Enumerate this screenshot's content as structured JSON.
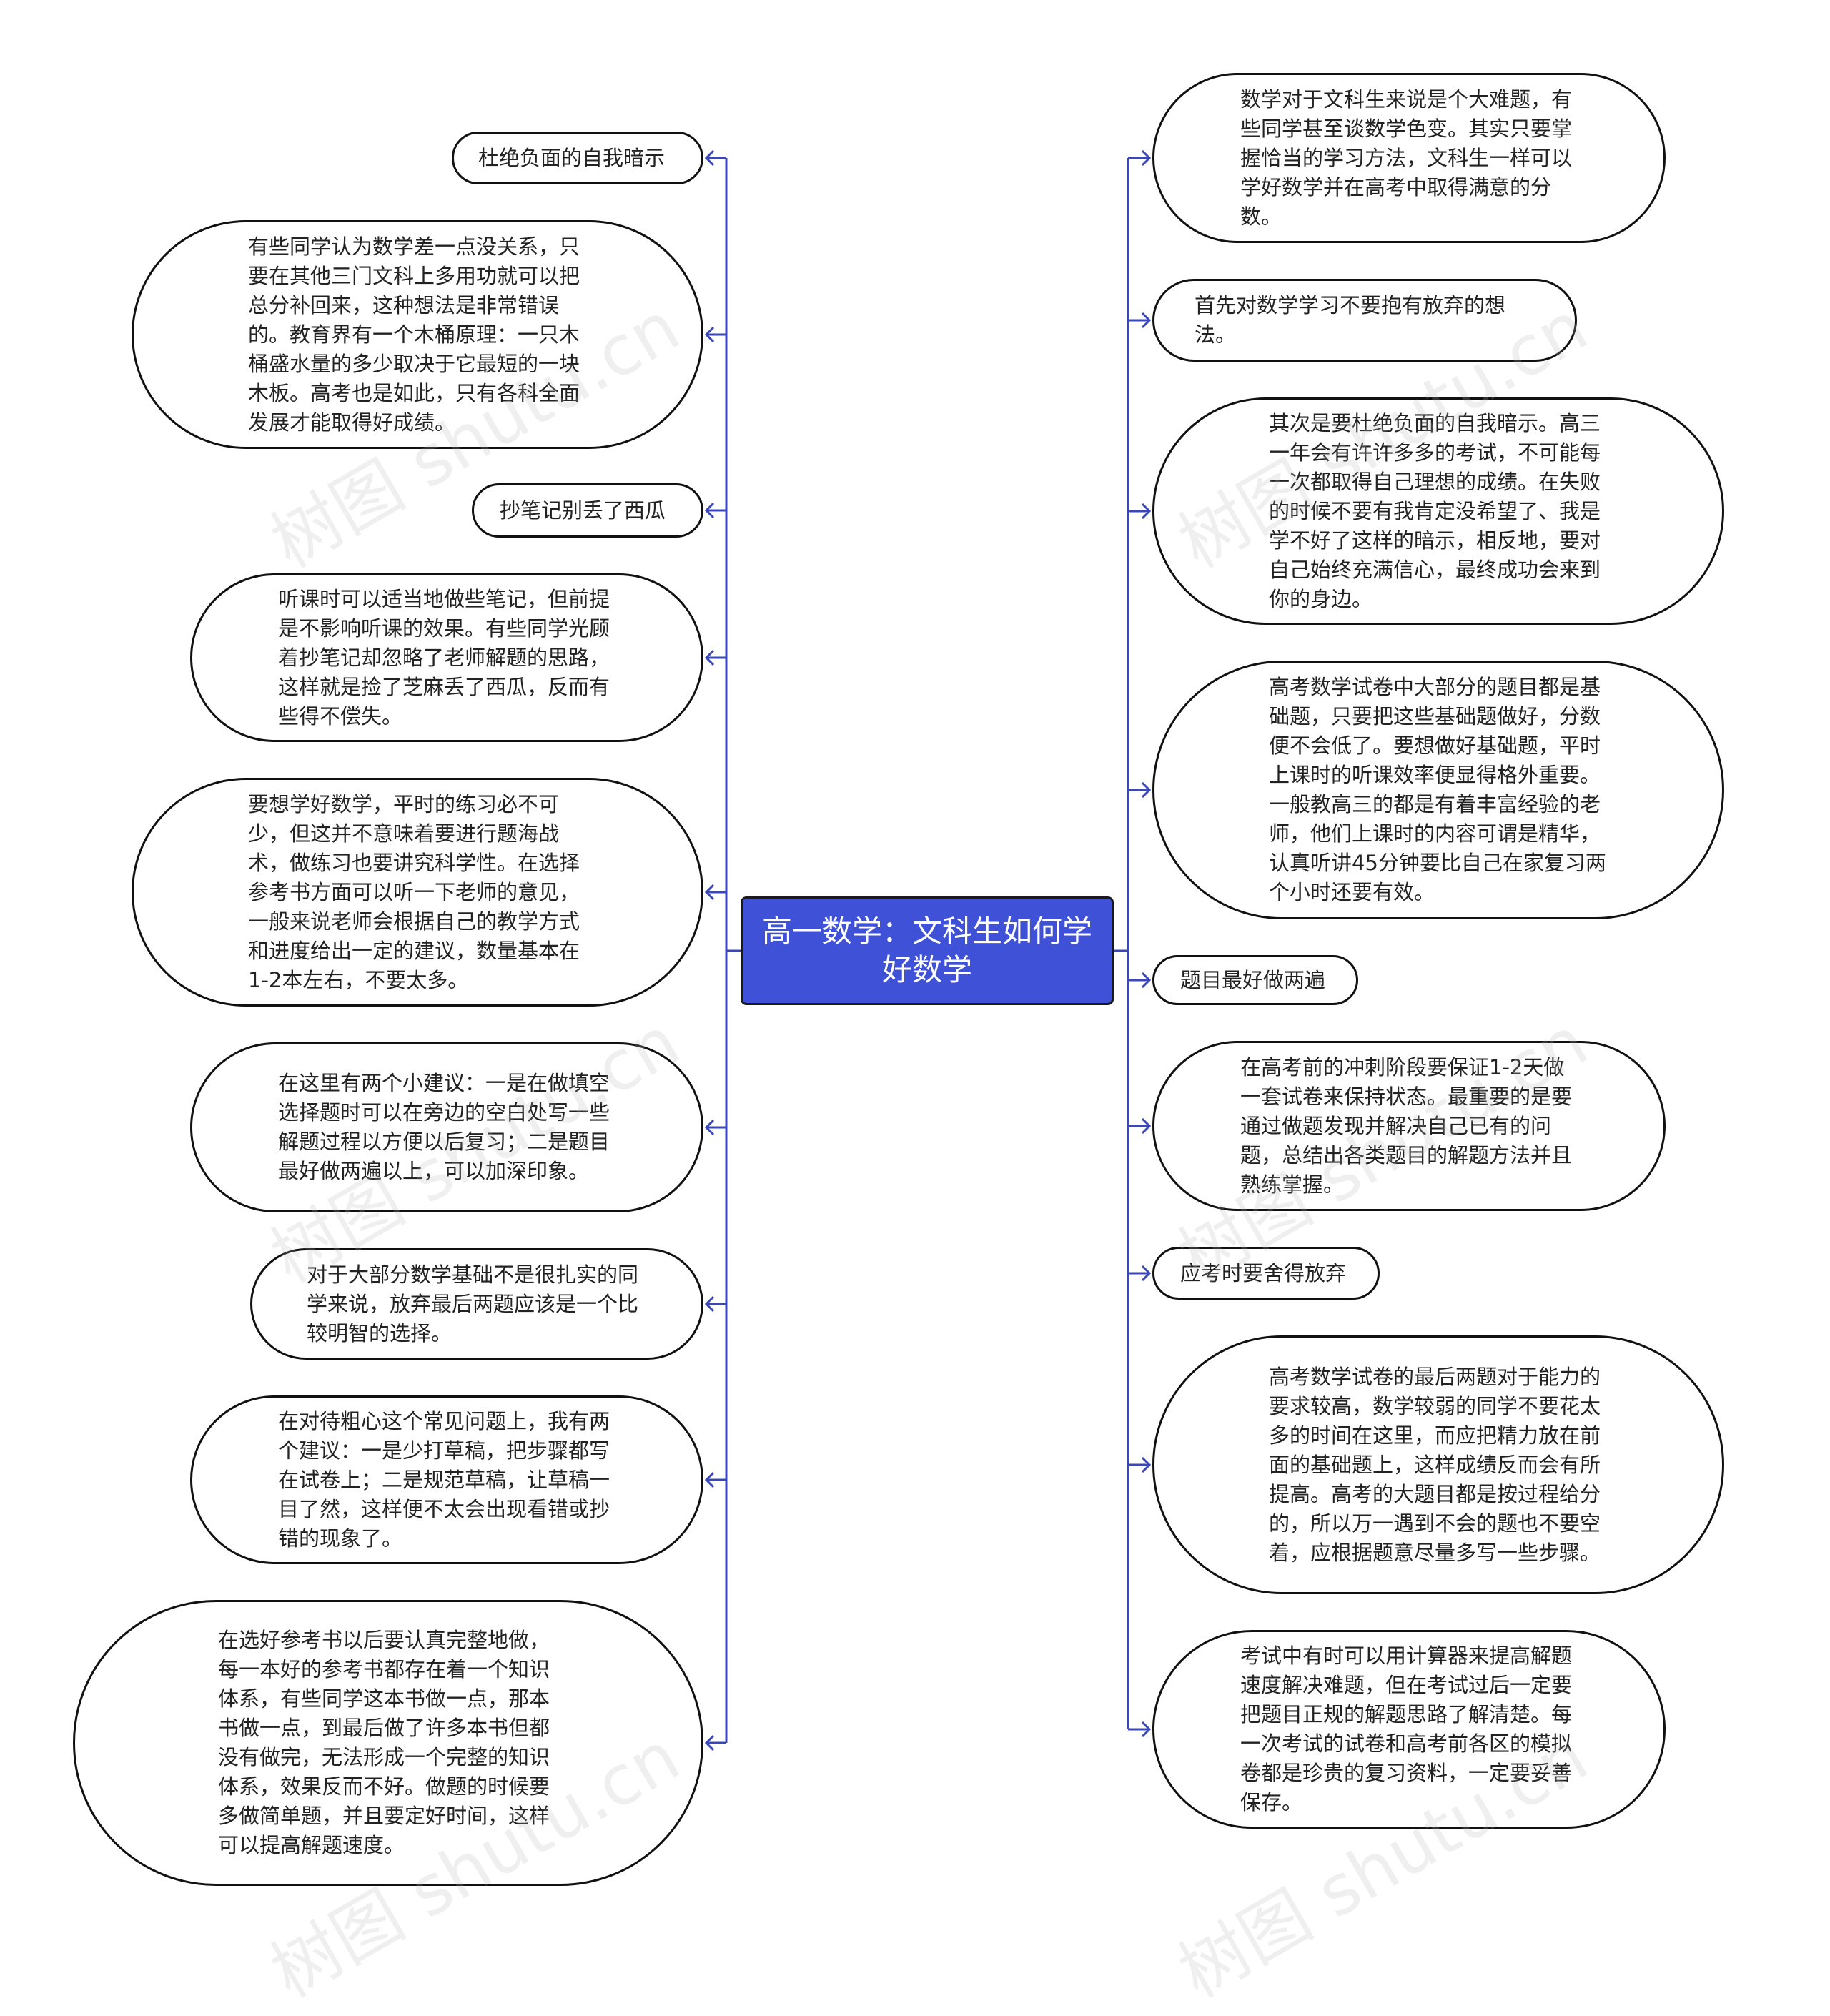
{
  "root": {
    "label": "高一数学：文科生如何学好数学"
  },
  "left_nodes": [
    {
      "id": "l1",
      "text": "杜绝负面的自我暗示"
    },
    {
      "id": "l2",
      "text": "有些同学认为数学差一点没关系，只要在其他三门文科上多用功就可以把总分补回来，这种想法是非常错误的。教育界有一个木桶原理：一只木桶盛水量的多少取决于它最短的一块木板。高考也是如此，只有各科全面发展才能取得好成绩。"
    },
    {
      "id": "l3",
      "text": "抄笔记别丢了西瓜"
    },
    {
      "id": "l4",
      "text": "听课时可以适当地做些笔记，但前提是不影响听课的效果。有些同学光顾着抄笔记却忽略了老师解题的思路，这样就是捡了芝麻丢了西瓜，反而有些得不偿失。"
    },
    {
      "id": "l5",
      "text": "要想学好数学，平时的练习必不可少，但这并不意味着要进行题海战术，做练习也要讲究科学性。在选择参考书方面可以听一下老师的意见，一般来说老师会根据自己的教学方式和进度给出一定的建议，数量基本在1-2本左右，不要太多。"
    },
    {
      "id": "l6",
      "text": "在这里有两个小建议：一是在做填空选择题时可以在旁边的空白处写一些解题过程以方便以后复习；二是题目最好做两遍以上，可以加深印象。"
    },
    {
      "id": "l7",
      "text": "对于大部分数学基础不是很扎实的同学来说，放弃最后两题应该是一个比较明智的选择。"
    },
    {
      "id": "l8",
      "text": "在对待粗心这个常见问题上，我有两个建议：一是少打草稿，把步骤都写在试卷上；二是规范草稿，让草稿一目了然，这样便不太会出现看错或抄错的现象了。"
    },
    {
      "id": "l9",
      "text": "在选好参考书以后要认真完整地做，每一本好的参考书都存在着一个知识体系，有些同学这本书做一点，那本书做一点，到最后做了许多本书但都没有做完，无法形成一个完整的知识体系，效果反而不好。做题的时候要多做简单题，并且要定好时间，这样可以提高解题速度。"
    }
  ],
  "right_nodes": [
    {
      "id": "r1",
      "text": "数学对于文科生来说是个大难题，有些同学甚至谈数学色变。其实只要掌握恰当的学习方法，文科生一样可以学好数学并在高考中取得满意的分数。"
    },
    {
      "id": "r2",
      "text": "首先对数学学习不要抱有放弃的想法。"
    },
    {
      "id": "r3",
      "text": "其次是要杜绝负面的自我暗示。高三一年会有许许多多的考试，不可能每一次都取得自己理想的成绩。在失败的时候不要有我肯定没希望了、我是学不好了这样的暗示，相反地，要对自己始终充满信心，最终成功会来到你的身边。"
    },
    {
      "id": "r4",
      "text": "高考数学试卷中大部分的题目都是基础题，只要把这些基础题做好，分数便不会低了。要想做好基础题，平时上课时的听课效率便显得格外重要。一般教高三的都是有着丰富经验的老师，他们上课时的内容可谓是精华，认真听讲45分钟要比自己在家复习两个小时还要有效。"
    },
    {
      "id": "r5",
      "text": "题目最好做两遍"
    },
    {
      "id": "r6",
      "text": "在高考前的冲刺阶段要保证1-2天做一套试卷来保持状态。最重要的是要通过做题发现并解决自己已有的问题，总结出各类题目的解题方法并且熟练掌握。"
    },
    {
      "id": "r7",
      "text": "应考时要舍得放弃"
    },
    {
      "id": "r8",
      "text": "高考数学试卷的最后两题对于能力的要求较高，数学较弱的同学不要花太多的时间在这里，而应把精力放在前面的基础题上，这样成绩反而会有所提高。高考的大题目都是按过程给分的，所以万一遇到不会的题也不要空着，应根据题意尽量多写一些步骤。"
    },
    {
      "id": "r9",
      "text": "考试中有时可以用计算器来提高解题速度解决难题，但在考试过后一定要把题目正规的解题思路了解清楚。每一次考试的试卷和高考前各区的模拟卷都是珍贵的复习资料，一定要妥善保存。"
    }
  ],
  "watermark": "树图 shutu.cn",
  "colors": {
    "root_fill": "#3f51d6",
    "connector": "#3a47b8",
    "node_border": "#111111"
  }
}
